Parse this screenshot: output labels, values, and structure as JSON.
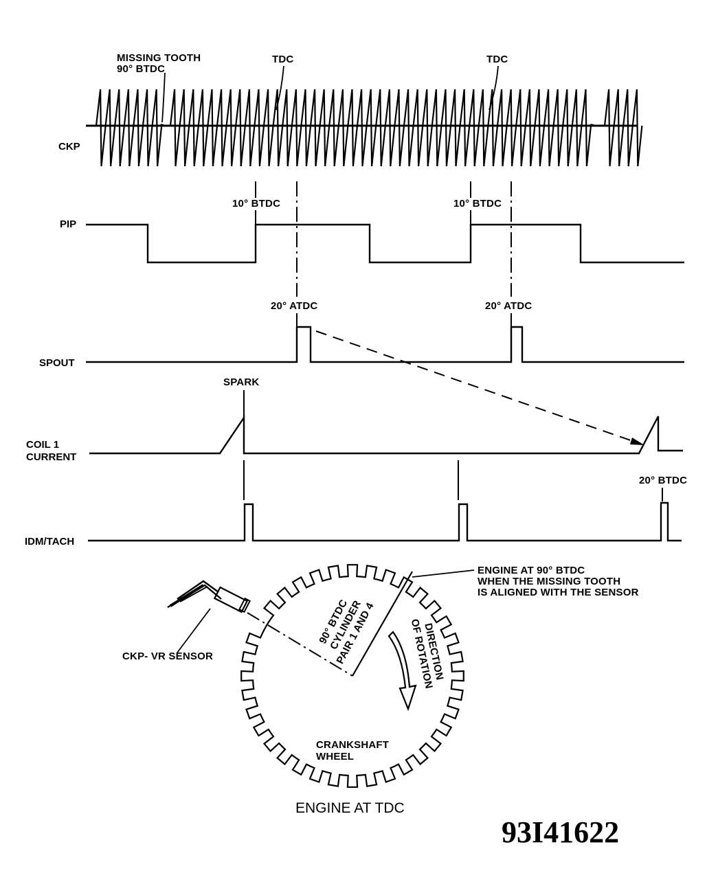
{
  "signals": {
    "ckp": "CKP",
    "pip": "PIP",
    "spout": "SPOUT",
    "coil_line1": "COIL 1",
    "coil_line2": "CURRENT",
    "idm": "IDM/TACH"
  },
  "annotations": {
    "missing_tooth_line1": "MISSING TOOTH",
    "missing_tooth_line2": "90° BTDC",
    "tdc_1": "TDC",
    "tdc_2": "TDC",
    "btdc10_1": "10° BTDC",
    "btdc10_2": "10° BTDC",
    "atdc20_1": "20° ATDC",
    "atdc20_2": "20° ATDC",
    "spark": "SPARK",
    "btdc20": "20° BTDC"
  },
  "wheel": {
    "engine_note_line1": "ENGINE AT 90° BTDC",
    "engine_note_line2": "WHEN THE MISSING TOOTH",
    "engine_note_line3": "IS ALIGNED WITH THE SENSOR",
    "sensor_label": "CKP- VR SENSOR",
    "pair_line1": "90° BTDC",
    "pair_line2": "CYLINDER",
    "pair_line3": "PAIR 1 AND 4",
    "rotation_line1": "DIRECTION",
    "rotation_line2": "OF ROTATION",
    "wheel_line1": "CRANKSHAFT",
    "wheel_line2": "WHEEL",
    "caption": "ENGINE AT TDC"
  },
  "figure_number": "93I41622"
}
